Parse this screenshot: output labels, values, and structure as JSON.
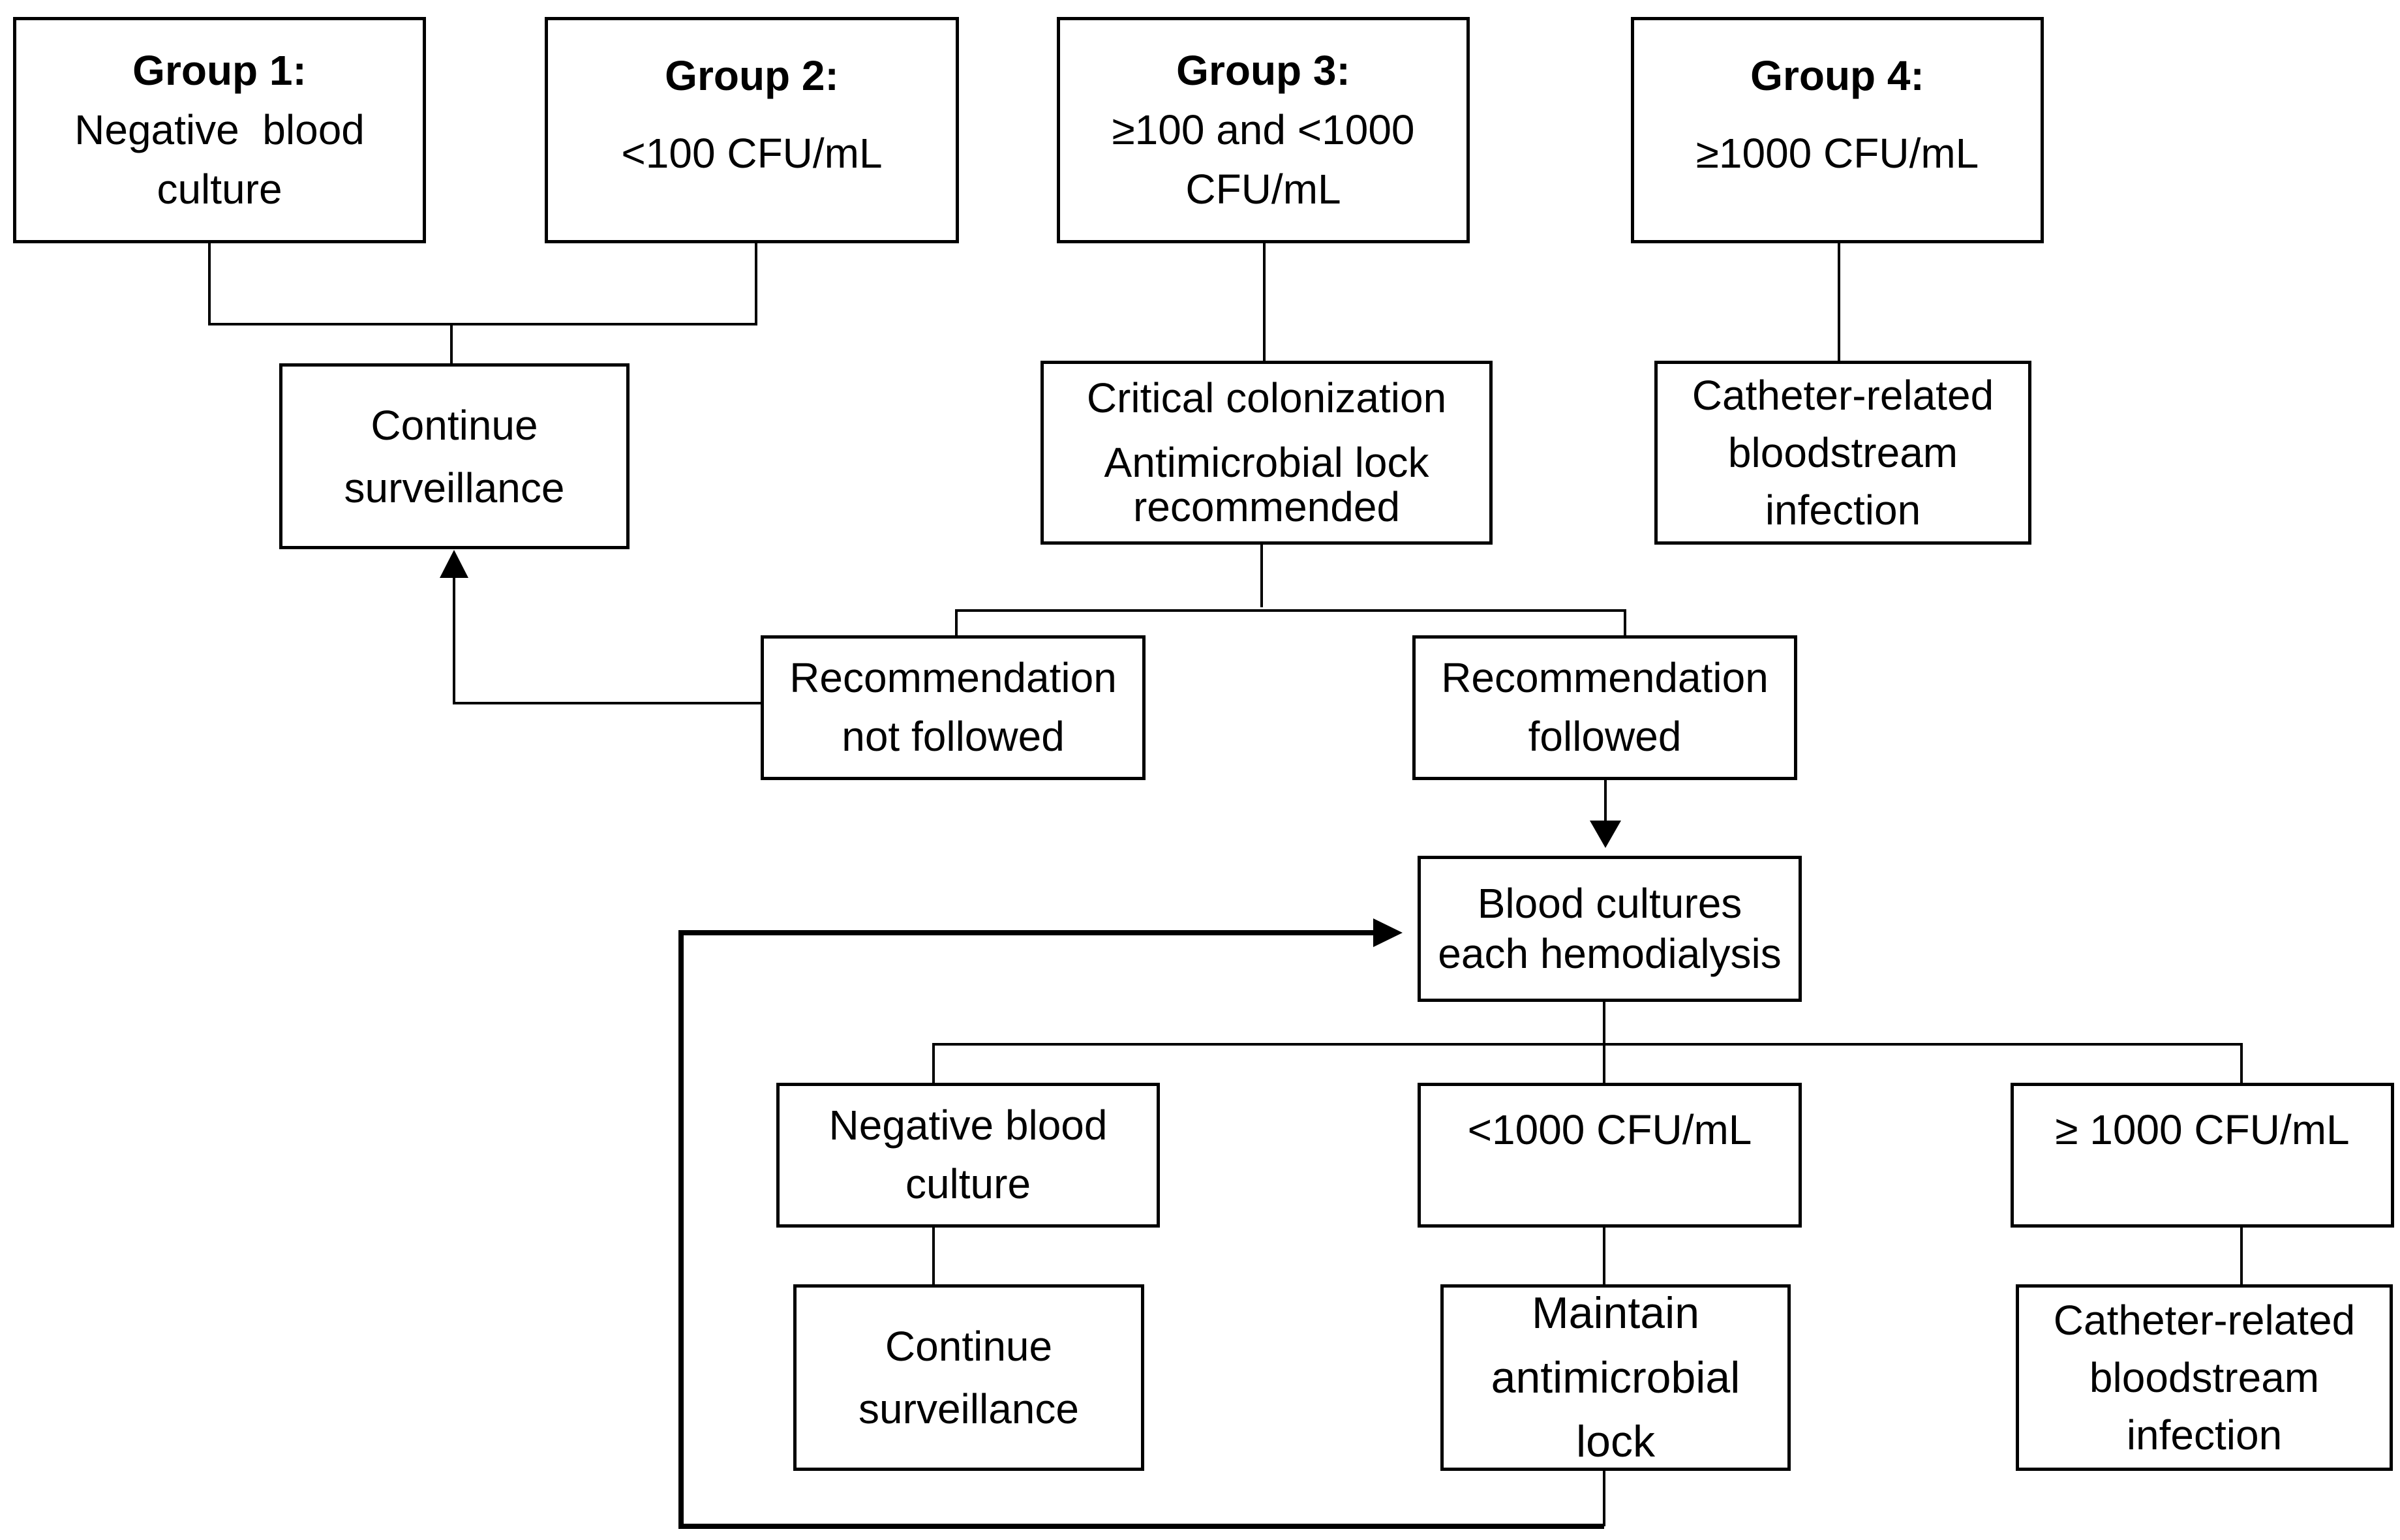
{
  "top": {
    "group1": {
      "title": "Group 1:",
      "line1": "Negative  blood",
      "line2": "culture"
    },
    "group2": {
      "title": "Group 2:",
      "line1": "<100 CFU/mL"
    },
    "group3": {
      "title": "Group 3:",
      "line1": "≥100 and <1000",
      "line2": "CFU/mL"
    },
    "group4": {
      "title": "Group 4:",
      "line1": "≥1000 CFU/mL"
    }
  },
  "second_row": {
    "continue": {
      "line1": "Continue",
      "line2": "surveillance"
    },
    "critical": {
      "line1": "Critical colonization",
      "line2": "Antimicrobial lock",
      "line3": "recommended"
    },
    "crbsi": {
      "line1": "Catheter-related",
      "line2": "bloodstream",
      "line3": "infection"
    }
  },
  "decision": {
    "not_followed": {
      "line1": "Recommendation",
      "line2": "not followed"
    },
    "followed": {
      "line1": "Recommendation",
      "line2": "followed"
    }
  },
  "blood_cultures": {
    "line1": "Blood cultures",
    "line2": "each hemodialysis"
  },
  "outcomes": {
    "negative": {
      "line1": "Negative blood",
      "line2": "culture"
    },
    "lt1000": {
      "line1": "<1000 CFU/mL"
    },
    "ge1000": {
      "line1": "≥ 1000 CFU/mL"
    }
  },
  "actions": {
    "continue": {
      "line1": "Continue",
      "line2": "surveillance"
    },
    "maintain": {
      "line1": "Maintain",
      "line2": "antimicrobial",
      "line3": "lock"
    },
    "crbsi": {
      "line1": "Catheter-related",
      "line2": "bloodstream",
      "line3": "infection"
    }
  }
}
